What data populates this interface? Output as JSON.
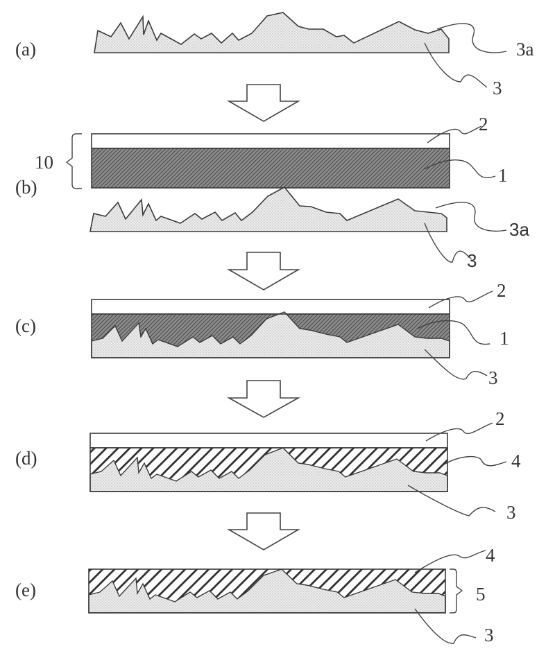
{
  "steps": {
    "a": {
      "label": "(a)",
      "refs": {
        "top": "3a",
        "bottom": "3"
      }
    },
    "b": {
      "label": "(b)",
      "bracket_ref": "10",
      "refs": {
        "film": "2",
        "layer": "1",
        "top": "3a",
        "bottom": "3"
      }
    },
    "c": {
      "label": "(c)",
      "refs": {
        "film": "2",
        "layer": "1",
        "base": "3"
      }
    },
    "d": {
      "label": "(d)",
      "refs": {
        "film": "2",
        "layer": "4",
        "base": "3"
      }
    },
    "e": {
      "label": "(e)",
      "bracket_ref": "5",
      "refs": {
        "layer": "4",
        "base": "3"
      }
    }
  }
}
